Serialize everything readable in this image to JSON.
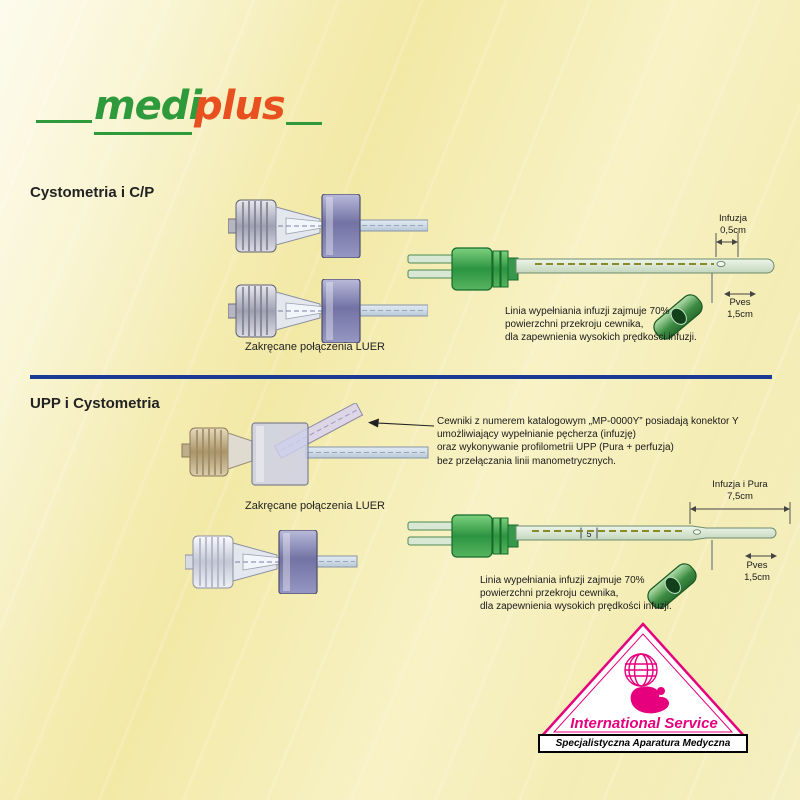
{
  "logo": {
    "medi": "medi",
    "plus": "plus"
  },
  "sections": {
    "cysto": {
      "title": "Cystometria i C/P",
      "luer_label": "Zakręcane połączenia LUER",
      "infusion_dim_label": "Infuzja",
      "infusion_dim_value": "0,5cm",
      "pves_dim_label": "Pves",
      "pves_dim_value": "1,5cm",
      "note": "Linia wypełniania infuzji zajmuje 70%\npowierzchni przekroju cewnika,\ndla zapewnienia wysokich prędkości infuzji."
    },
    "upp": {
      "title": "UPP i Cystometria",
      "y_connector_note": "Cewniki z numerem katalogowym „MP-0000Y” posiadają konektor Y\numożliwiający wypełnianie pęcherza (infuzję)\noraz wykonywanie profilometrii UPP (Pura + perfuzja)\nbez przełączania linii manometrycznych.",
      "luer_label": "Zakręcane połączenia LUER",
      "infusion_dim_label": "Infuzja i Pura",
      "infusion_dim_value": "7,5cm",
      "pves_dim_label": "Pves",
      "pves_dim_value": "1,5cm",
      "catheter_mark": "5",
      "note": "Linia wypełniania infuzji zajmuje 70%\npowierzchni przekroju cewnika,\ndla zapewnienia wysokich prędkości infuzji."
    }
  },
  "footer_logo": {
    "name": "International Service",
    "tagline": "Specjalistyczna Aparatura Medyczna"
  },
  "colors": {
    "logo_green": "#2f9a3c",
    "logo_orange": "#e8511f",
    "divider_blue": "#1a3a94",
    "brand_magenta": "#e6007e",
    "connector_green": "#2c9440"
  }
}
